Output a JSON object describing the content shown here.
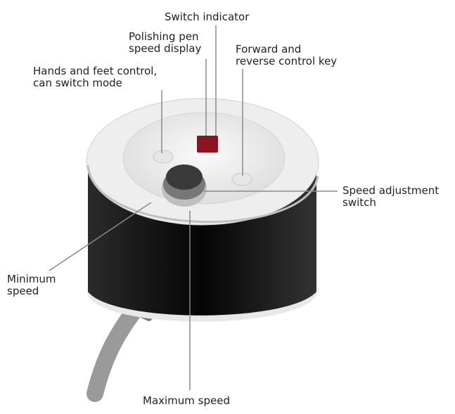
{
  "title": "Nail drill control unit diagram",
  "labels": {
    "switch_indicator": "Switch indicator",
    "speed_display": [
      "Polishing pen",
      "speed display"
    ],
    "forward_reverse": [
      "Forward and",
      "reverse control key"
    ],
    "hands_feet": [
      "Hands and feet control,",
      "can switch mode"
    ],
    "speed_adjust": [
      "Speed adjustment",
      "switch"
    ],
    "minimum_speed": [
      "Minimum",
      "speed"
    ],
    "maximum_speed": "Maximum speed"
  },
  "colors": {
    "display": "#8a1420",
    "body": "#111111",
    "shell": "#f2f2f2",
    "line": "#8a8a8a"
  }
}
